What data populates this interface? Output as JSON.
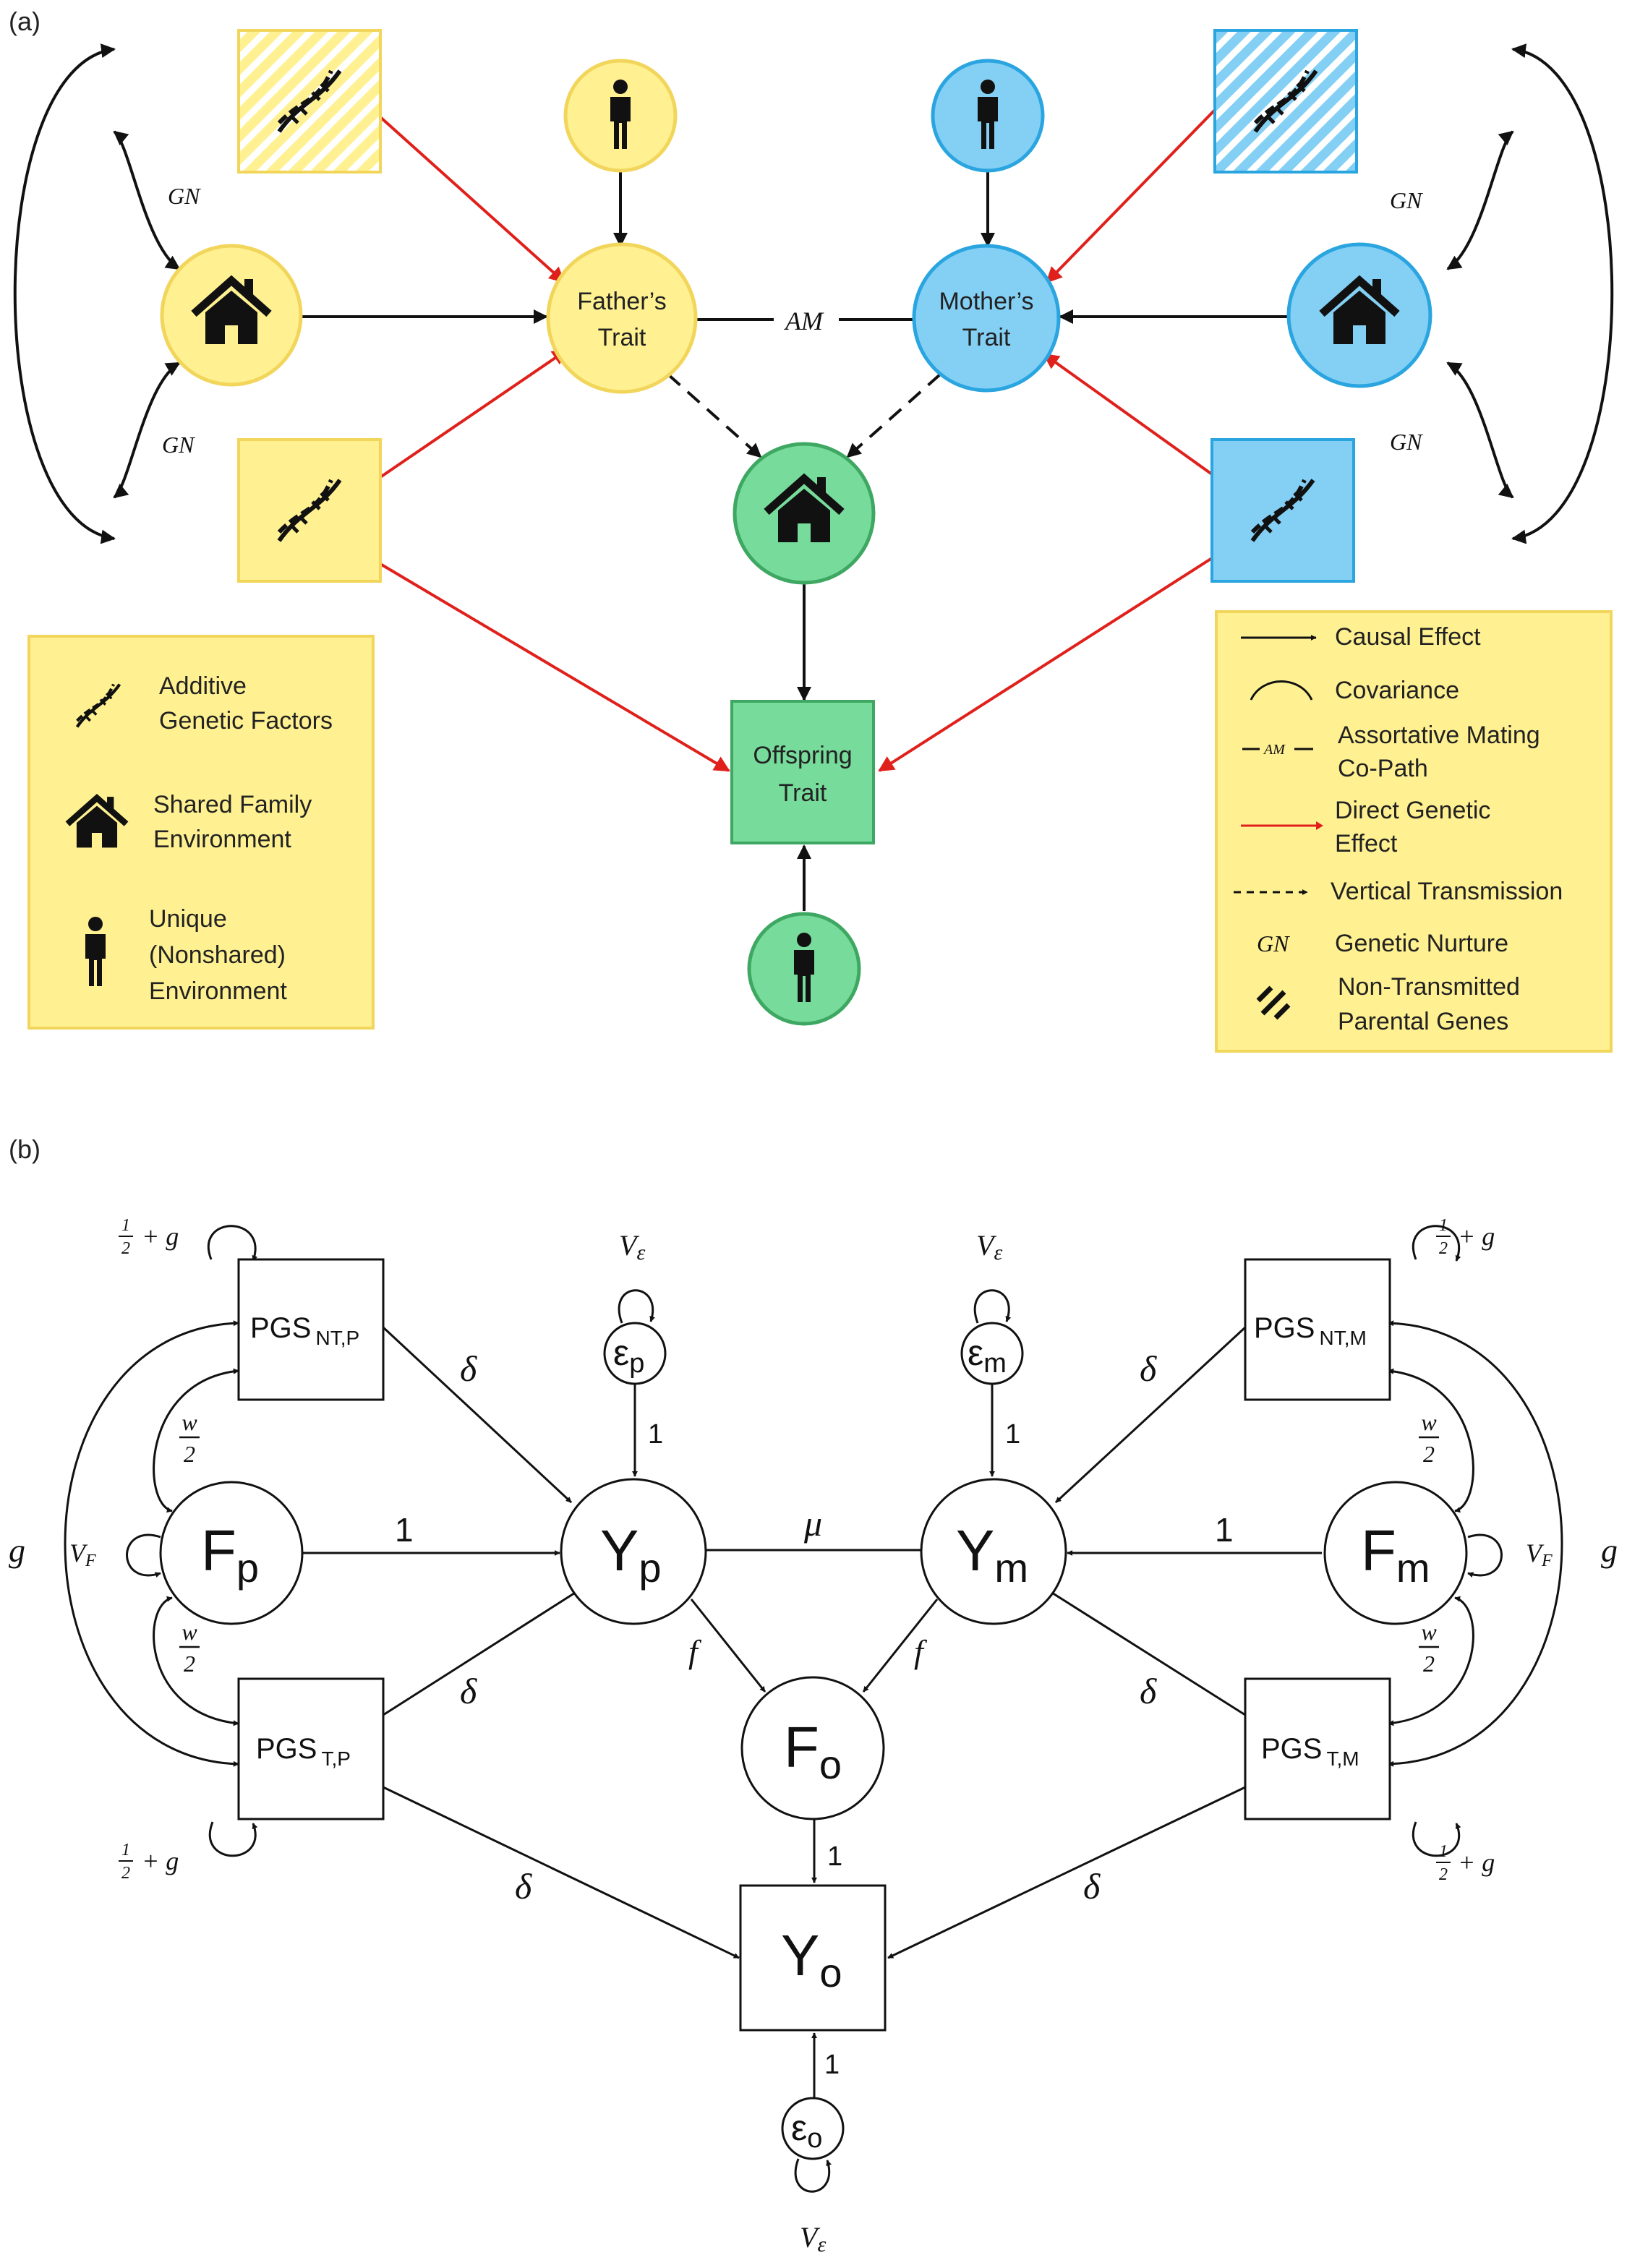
{
  "panel_a": {
    "label": "(a)",
    "fathers_trait": [
      "Father’s",
      "Trait"
    ],
    "mothers_trait": [
      "Mother’s",
      "Trait"
    ],
    "offspring_trait": [
      "Offspring",
      "Trait"
    ],
    "am_label": "AM",
    "gn_label": "GN",
    "colors": {
      "father": "#fff191",
      "father_stroke": "#f2d55b",
      "mother": "#84d0f5",
      "mother_stroke": "#2aa5e0",
      "offspring": "#77db9b",
      "offspring_stroke": "#3ea862",
      "direct_genetic": "#e0201b"
    },
    "legend_left": {
      "items": [
        {
          "icon": "dna-icon",
          "lines": [
            "Additive",
            "Genetic Factors"
          ]
        },
        {
          "icon": "house-icon",
          "lines": [
            "Shared Family",
            "Environment"
          ]
        },
        {
          "icon": "person-icon",
          "lines": [
            "Unique",
            "(Nonshared)",
            "Environment"
          ]
        }
      ]
    },
    "legend_right": {
      "items": [
        {
          "symbol": "solid-arrow",
          "lines": [
            "Causal Effect"
          ]
        },
        {
          "symbol": "arc",
          "lines": [
            "Covariance"
          ]
        },
        {
          "symbol": "am-path",
          "lines": [
            "Assortative Mating",
            "Co-Path"
          ]
        },
        {
          "symbol": "red-arrow",
          "lines": [
            "Direct Genetic",
            "Effect"
          ]
        },
        {
          "symbol": "dashed-arrow",
          "lines": [
            "Vertical Transmission"
          ]
        },
        {
          "symbol": "gn-text",
          "lines": [
            "Genetic Nurture"
          ]
        },
        {
          "symbol": "hatch",
          "lines": [
            "Non-Transmitted",
            "Parental Genes"
          ]
        }
      ]
    }
  },
  "panel_b": {
    "label": "(b)",
    "nodes": {
      "pgs_nt_p": {
        "main": "PGS",
        "sub": "NT,P"
      },
      "pgs_t_p": {
        "main": "PGS",
        "sub": "T,P"
      },
      "pgs_nt_m": {
        "main": "PGS",
        "sub": "NT,M"
      },
      "pgs_t_m": {
        "main": "PGS",
        "sub": "T,M"
      },
      "eps_p": {
        "main": "ε",
        "sub": "p"
      },
      "eps_m": {
        "main": "ε",
        "sub": "m"
      },
      "eps_o": {
        "main": "ε",
        "sub": "o"
      },
      "f_p": {
        "main": "F",
        "sub": "p"
      },
      "f_m": {
        "main": "F",
        "sub": "m"
      },
      "f_o": {
        "main": "F",
        "sub": "o"
      },
      "y_p": {
        "main": "Y",
        "sub": "p"
      },
      "y_m": {
        "main": "Y",
        "sub": "m"
      },
      "y_o": {
        "main": "Y",
        "sub": "o"
      }
    },
    "labels": {
      "delta": "δ",
      "one": "1",
      "mu": "μ",
      "f": "f",
      "g": "g",
      "w": "w",
      "two": "2",
      "half_num": "1",
      "half_den": "2",
      "plus_g": "+ g",
      "v": "V",
      "v_f_sub": "F",
      "v_eps_sub": "ε"
    }
  }
}
